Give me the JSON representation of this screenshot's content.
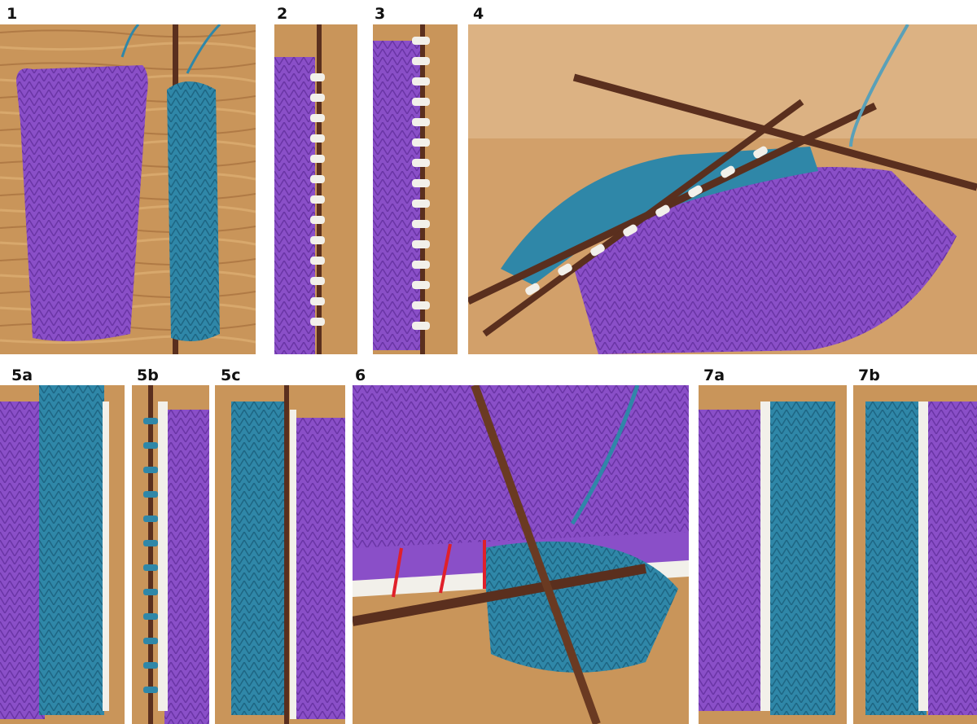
{
  "panels": [
    {
      "label": "1",
      "scene": "purple and teal knitted swatches side by side, teal on needle"
    },
    {
      "label": "2",
      "scene": "purple swatch edge with white provisional stitches on needle"
    },
    {
      "label": "3",
      "scene": "purple swatch with white stitches on needle"
    },
    {
      "label": "4",
      "scene": "two needles holding teal and white stitches over purple fabric"
    },
    {
      "label": "5a",
      "scene": "purple and teal swatches joined, white edge"
    },
    {
      "label": "5b",
      "scene": "teal and white stitches on needle beside purple"
    },
    {
      "label": "5c",
      "scene": "teal swatch with white stitches on needle"
    },
    {
      "label": "6",
      "scene": "close-up of needles with red marker lines"
    },
    {
      "label": "7a",
      "scene": "finished join purple white teal"
    },
    {
      "label": "7b",
      "scene": "finished join teal white purple reverse"
    }
  ],
  "labels": {
    "p1": "1",
    "p2": "2",
    "p3": "3",
    "p4": "4",
    "p5a": "5a",
    "p5b": "5b",
    "p5c": "5c",
    "p6": "6",
    "p7a": "7a",
    "p7b": "7b"
  },
  "colors": {
    "wood": "#c9955a",
    "wood_dark": "#a97040",
    "purple": "#8a4fc8",
    "purple_dark": "#6a35a5",
    "teal": "#2f87a8",
    "teal_dark": "#1e6683",
    "white_yarn": "#f2f0ea",
    "needle": "#5a2f1e",
    "red_marker": "#e0202a"
  }
}
